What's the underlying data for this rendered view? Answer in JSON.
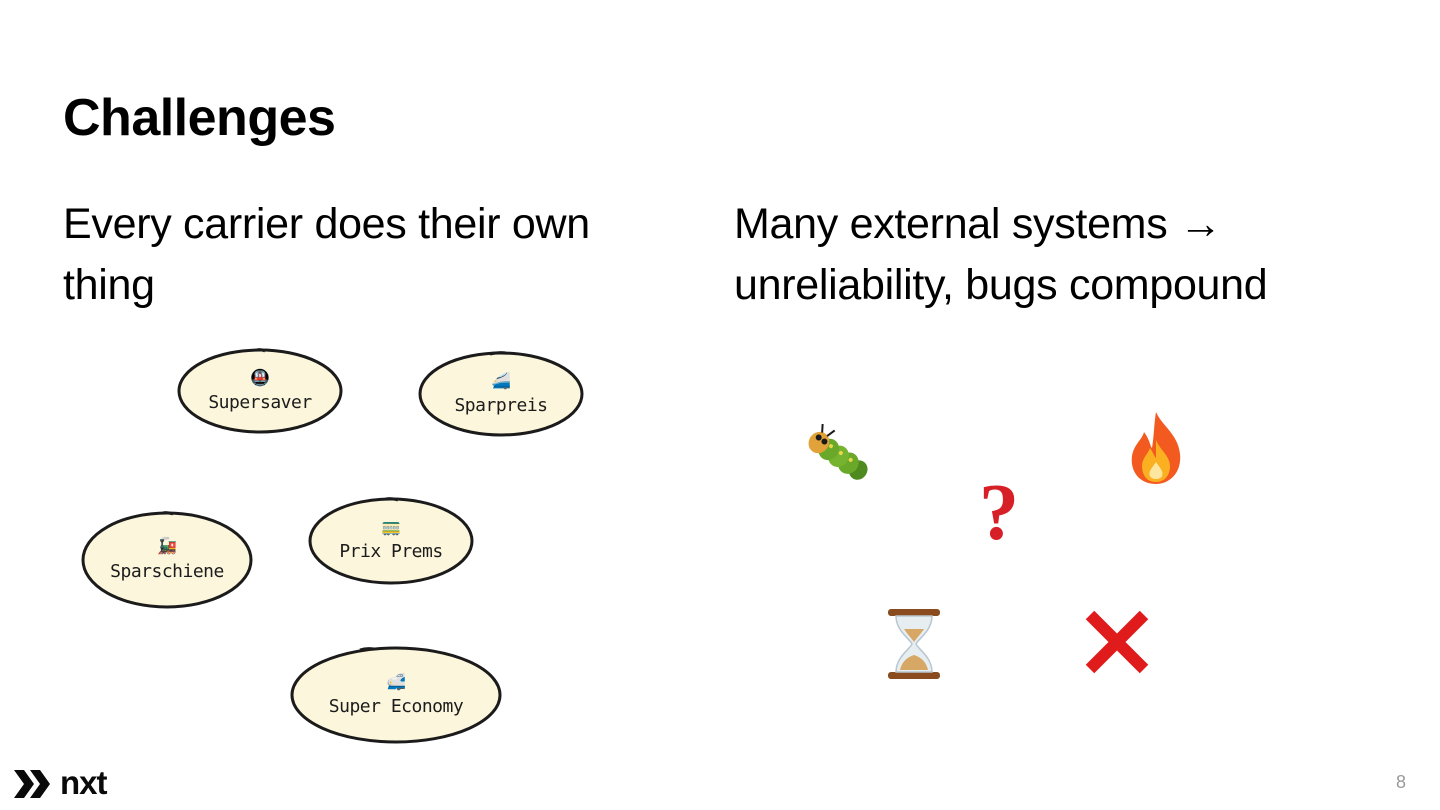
{
  "slide": {
    "title": "Challenges",
    "left_text": "Every carrier does their own thing",
    "right_text": "Many external systems → unreliability, bugs compound",
    "page_number": "8"
  },
  "fares": [
    {
      "label": "Supersaver",
      "icon": "metro-train-icon"
    },
    {
      "label": "Sparpreis",
      "icon": "high-speed-train-icon"
    },
    {
      "label": "Sparschiene",
      "icon": "steam-locomotive-icon"
    },
    {
      "label": "Prix Prems",
      "icon": "tram-icon"
    },
    {
      "label": "Super Economy",
      "icon": "bullet-train-icon"
    }
  ],
  "problem_icons": [
    "bug-icon",
    "fire-icon",
    "question-mark-icon",
    "hourglass-icon",
    "cross-mark-icon"
  ],
  "logo": {
    "text": "nxt"
  },
  "colors": {
    "ellipse_fill": "#fcf6dc",
    "ellipse_stroke": "#1b1b1b",
    "question_red": "#d61f26",
    "cross_red": "#e01b1b",
    "page_number": "#9a9a9a"
  }
}
